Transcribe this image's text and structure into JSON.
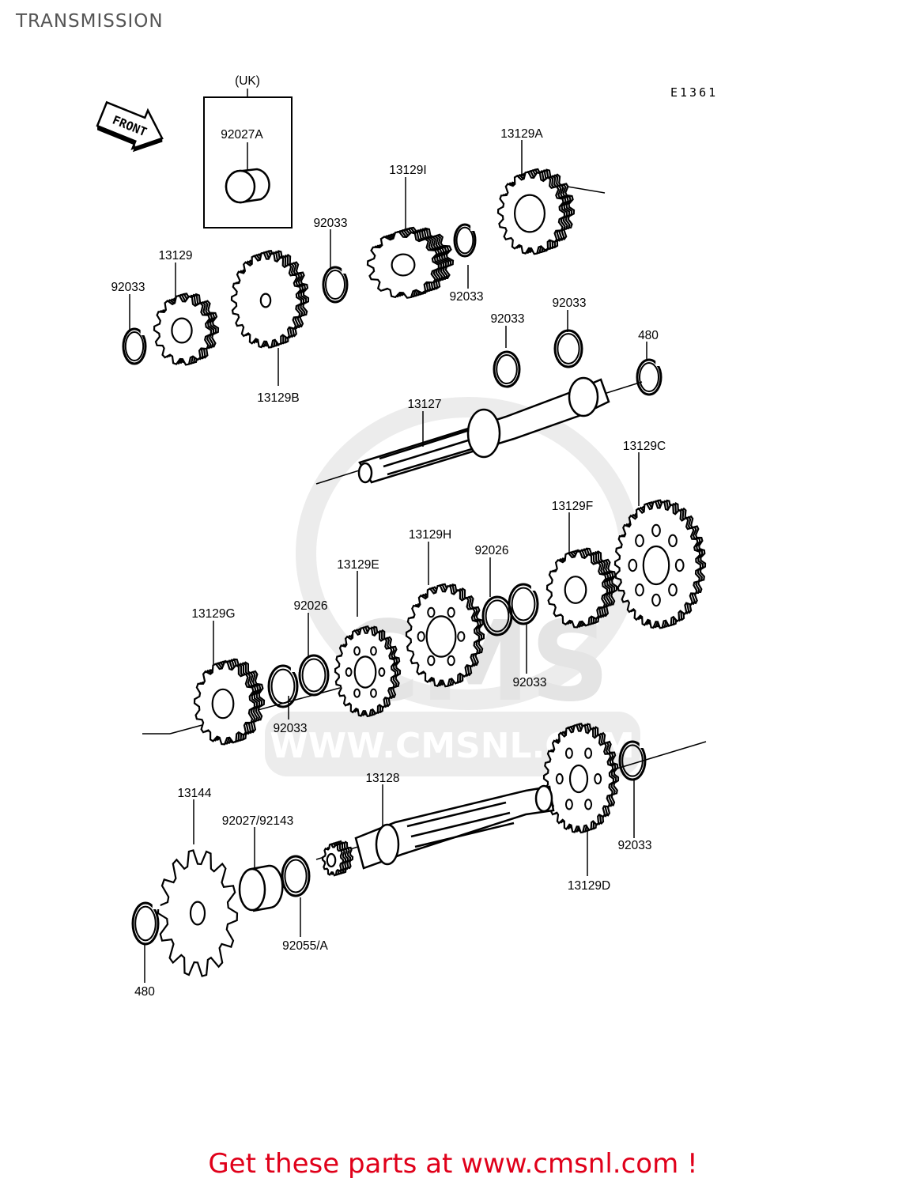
{
  "title": "TRANSMISSION",
  "diagram_code": "E1361",
  "front_arrow_text": "FRONT",
  "uk_label": "(UK)",
  "watermark": {
    "brand": "CMS",
    "url": "WWW.CMSNL.COM"
  },
  "labels": {
    "uk_bushing": "92027A",
    "gear_13129A": "13129A",
    "gear_13129I": "13129I",
    "circlip_top_a": "92033",
    "gear_13129": "13129",
    "circlip_left": "92033",
    "circlip_mid_a": "92033",
    "gear_13129B": "13129B",
    "washer_a": "92033",
    "washer_b": "92033",
    "circlip_480_top": "480",
    "shaft_13127": "13127",
    "gear_13129C": "13129C",
    "gear_13129F": "13129F",
    "gear_13129H": "13129H",
    "washer_92026_a": "92026",
    "gear_13129E": "13129E",
    "washer_92026_b": "92026",
    "gear_13129G": "13129G",
    "circlip_mid_b": "92033",
    "circlip_low_a": "92033",
    "shaft_13128": "13128",
    "sprocket_13144": "13144",
    "bushing_92027_92143": "92027/92143",
    "oring_92055A": "92055/A",
    "circlip_480_bottom": "480",
    "gear_13129D": "13129D",
    "circlip_low_b": "92033"
  },
  "promo": "Get these parts at www.cmsnl.com !",
  "colors": {
    "line": "#000000",
    "watermark": "#e4e4e4",
    "promo": "#e0001a",
    "title": "#555555"
  }
}
